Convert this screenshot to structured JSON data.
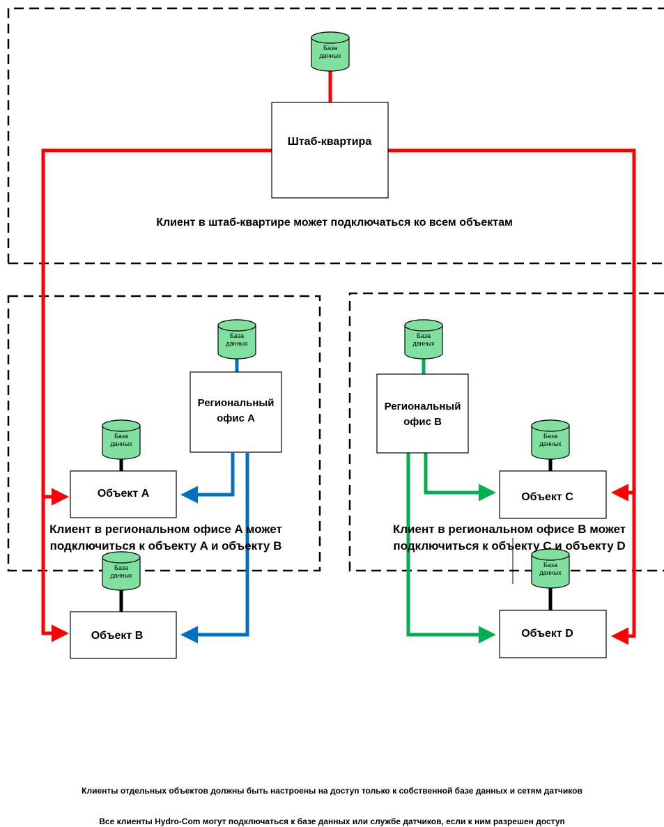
{
  "database_label": "База данных",
  "boxes": {
    "hq": "Штаб-квартира",
    "regional_a": "Региональный офис A",
    "regional_b": "Региональный офис B",
    "object_a": "Объект A",
    "object_b": "Объект B",
    "object_c": "Объект C",
    "object_d": "Объект D"
  },
  "captions": {
    "hq": "Клиент в штаб-квартире может подключаться ко всем объектам",
    "region_a": "Клиент в региональном офисе A может подключиться к объекту A и объекту B",
    "region_b": "Клиент в региональном офисе B может подключиться к объекту C и объекту D"
  },
  "notes": {
    "line1": "Клиенты отдельных объектов должны быть настроены на доступ только к собственной базе данных и сетям датчиков",
    "line2": "Все клиенты Hydro-Com могут подключаться к базе данных или службе датчиков, если к ним разрешен доступ"
  },
  "colors": {
    "hq_links": "#ff0000",
    "region_a_links": "#0070c0",
    "region_b_links": "#00b050",
    "database": "#7fe0a0",
    "local_links": "#000000"
  }
}
